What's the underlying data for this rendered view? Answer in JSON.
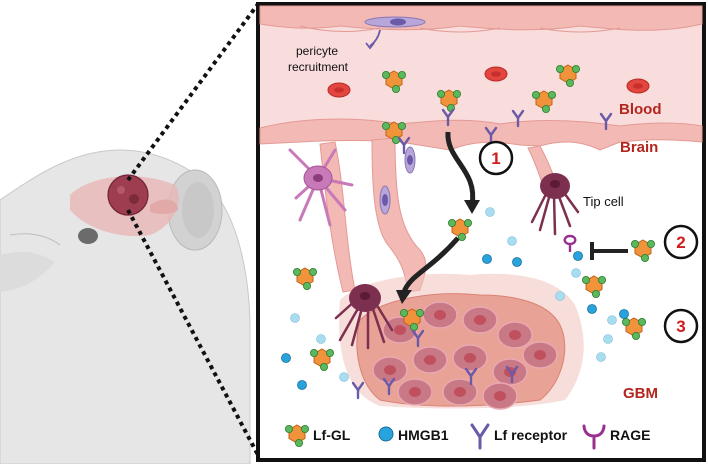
{
  "labels": {
    "pericyte": [
      "pericyte",
      "recruitment"
    ],
    "blood": "Blood",
    "brain": "Brain",
    "tip_cell": "Tip cell",
    "gbm": "GBM"
  },
  "steps": [
    "1",
    "2",
    "3"
  ],
  "legend": [
    {
      "icon": "lf-gl-icon",
      "label": "Lf-GL"
    },
    {
      "icon": "hmgb1-icon",
      "label": "HMGB1"
    },
    {
      "icon": "lf-receptor-icon",
      "label": "Lf receptor"
    },
    {
      "icon": "rage-icon",
      "label": "RAGE"
    }
  ],
  "colors": {
    "blood_bg": "#f9dcdc",
    "vessel": "#f3b9b4",
    "red_label": "#b3261e",
    "tip_cell": "#7d2f4f",
    "lf_gl_orange": "#f0933a",
    "lf_gl_green": "#5cb85c",
    "hmgb1": "#29a3dd",
    "receptor": "#6a5aa8",
    "rage": "#9b2f8f",
    "tumor": "#e9a296"
  }
}
